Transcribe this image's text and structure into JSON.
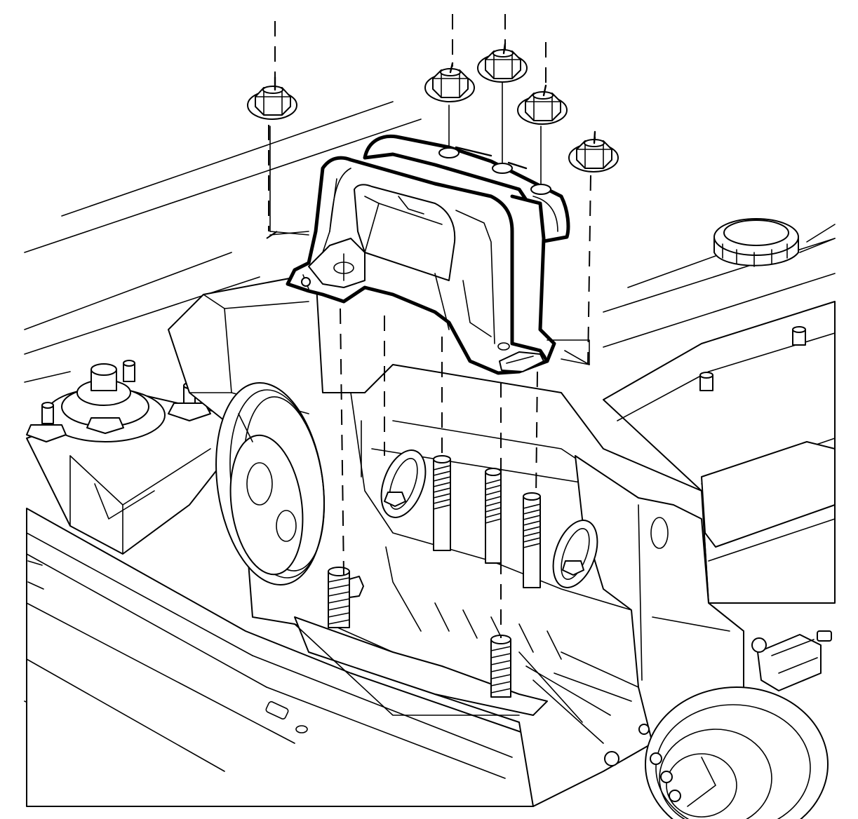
{
  "diagram": {
    "type": "exploded-assembly-illustration",
    "parts": [
      {
        "id": "mount-bracket",
        "icon": "engine-mount-bracket-icon"
      },
      {
        "id": "nut-1",
        "icon": "flange-nut-icon"
      },
      {
        "id": "nut-2",
        "icon": "flange-nut-icon"
      },
      {
        "id": "nut-3",
        "icon": "flange-nut-icon"
      },
      {
        "id": "nut-4",
        "icon": "flange-nut-icon"
      },
      {
        "id": "nut-5",
        "icon": "flange-nut-icon"
      },
      {
        "id": "stud-1",
        "icon": "threaded-stud-icon"
      },
      {
        "id": "stud-2",
        "icon": "threaded-stud-icon"
      },
      {
        "id": "stud-3",
        "icon": "threaded-stud-icon"
      },
      {
        "id": "stud-4",
        "icon": "threaded-stud-icon"
      },
      {
        "id": "stud-5",
        "icon": "threaded-stud-icon"
      }
    ],
    "line_color": "#000000",
    "background_color": "#ffffff"
  }
}
